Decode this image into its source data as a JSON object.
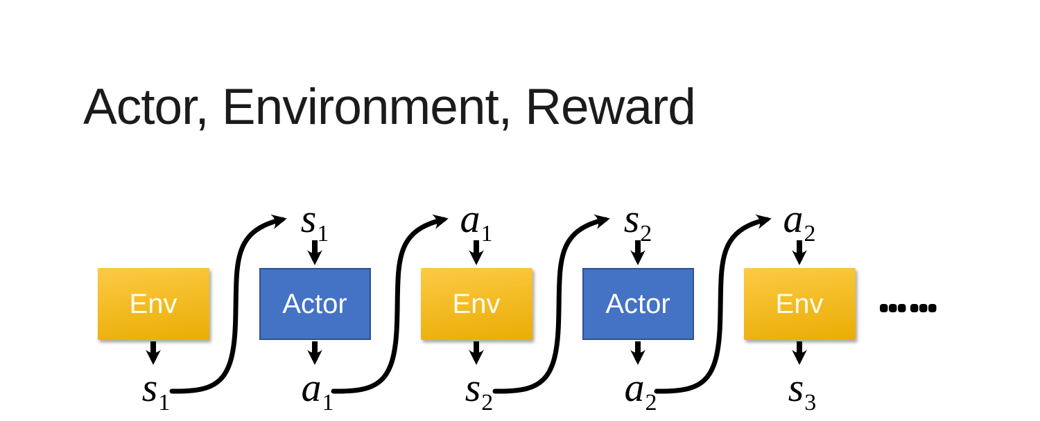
{
  "title": "Actor, Environment, Reward",
  "diagram": {
    "boxes": [
      {
        "label": "Env",
        "kind": "env"
      },
      {
        "label": "Actor",
        "kind": "actor"
      },
      {
        "label": "Env",
        "kind": "env"
      },
      {
        "label": "Actor",
        "kind": "actor"
      },
      {
        "label": "Env",
        "kind": "env"
      }
    ],
    "top_labels": [
      null,
      {
        "base": "s",
        "sub": "1"
      },
      {
        "base": "a",
        "sub": "1"
      },
      {
        "base": "s",
        "sub": "2"
      },
      {
        "base": "a",
        "sub": "2"
      }
    ],
    "bottom_labels": [
      {
        "base": "s",
        "sub": "1"
      },
      {
        "base": "a",
        "sub": "1"
      },
      {
        "base": "s",
        "sub": "2"
      },
      {
        "base": "a",
        "sub": "2"
      },
      {
        "base": "s",
        "sub": "3"
      }
    ],
    "ellipsis_dot_count": 6,
    "colors": {
      "background": "#FFFFFF",
      "title": "#1B1B1B",
      "env_gradient_top": "#FCCA45",
      "env_gradient_bottom": "#EAAD04",
      "actor_fill": "#4472C4",
      "actor_border": "#2F528F",
      "box_text": "#FFFFFF",
      "arrow": "#000000"
    }
  }
}
